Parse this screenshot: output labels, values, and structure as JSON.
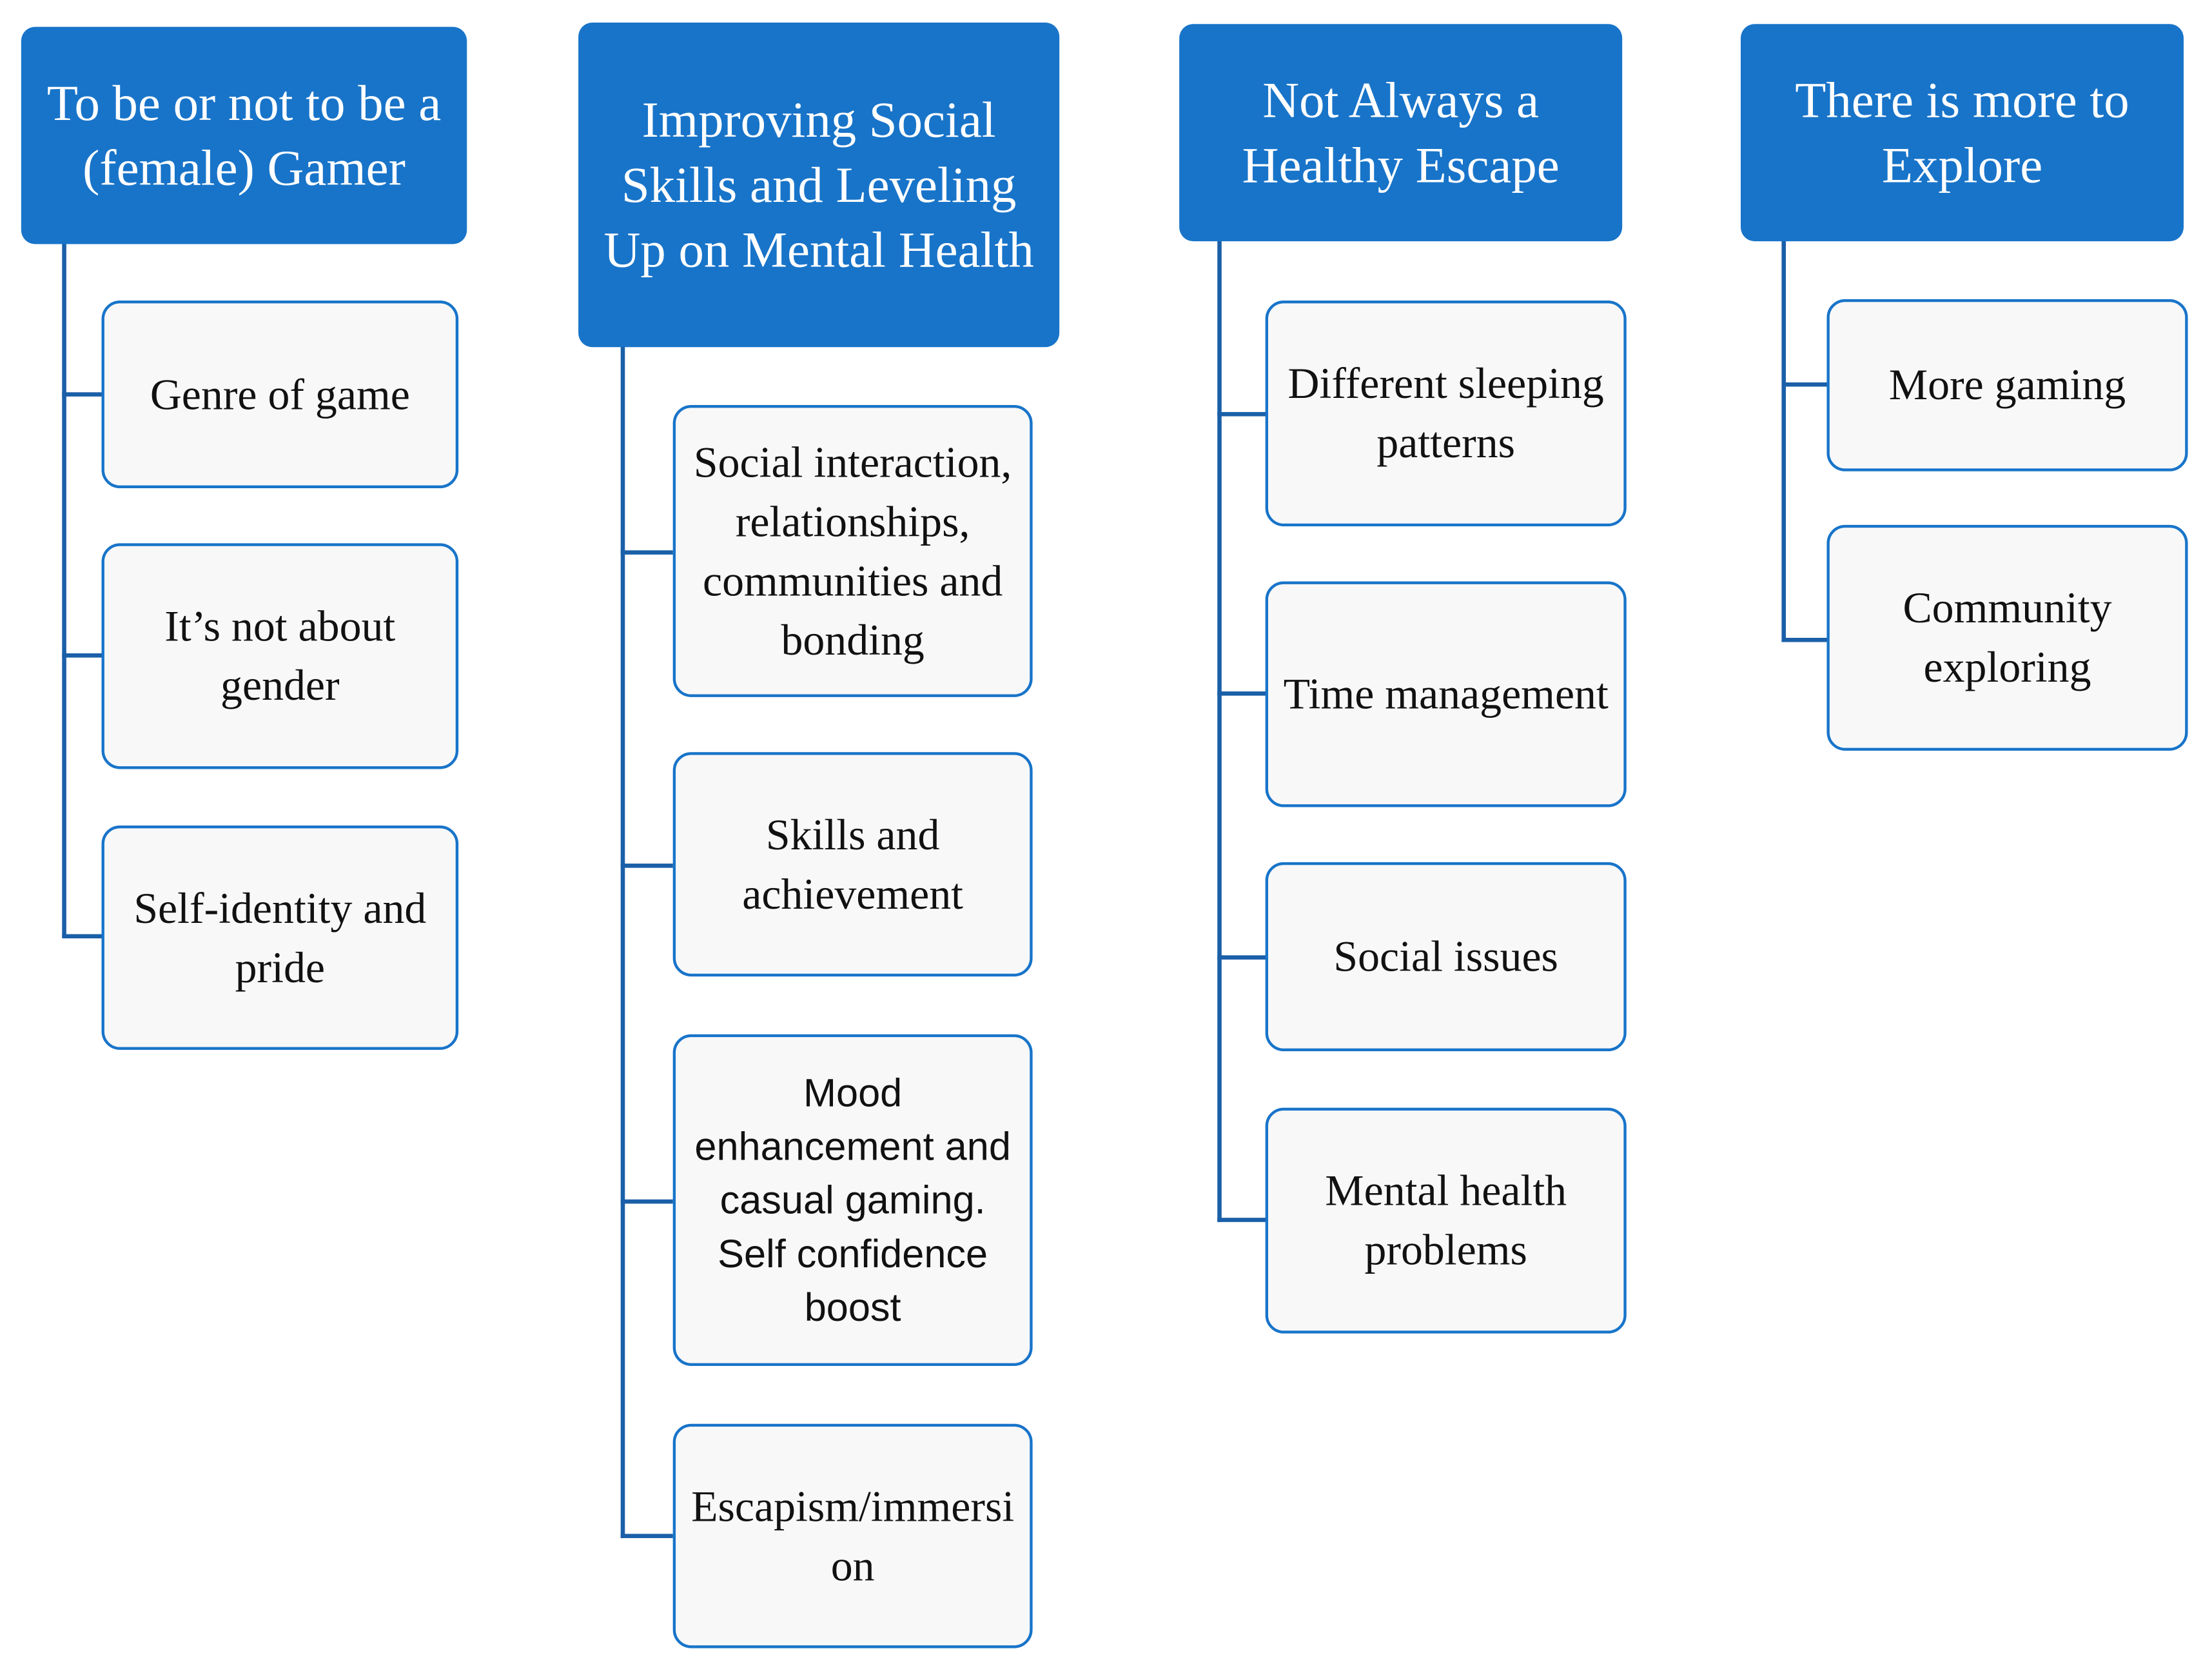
{
  "columns": [
    {
      "title": "To be or not to be a (female) Gamer",
      "items": [
        "Genre of game",
        "It’s not about gender",
        "Self-identity and pride"
      ]
    },
    {
      "title": "Improving Social Skills and Leveling Up on Mental Health",
      "items": [
        "Social interaction, relationships, communities and bonding",
        "Skills and achievement",
        "Mood enhancement and casual gaming. Self confidence boost",
        "Escapism/immersion"
      ]
    },
    {
      "title": "Not Always a Healthy Escape",
      "items": [
        "Different sleeping patterns",
        "Time management",
        "Social issues",
        "Mental health problems"
      ]
    },
    {
      "title": "There is more to Explore",
      "items": [
        "More gaming",
        "Community exploring"
      ]
    }
  ],
  "colors": {
    "header_fill": "#1874c9",
    "box_border": "#1874c9",
    "box_fill": "#f8f8f8",
    "connector": "#1a5fa8"
  }
}
